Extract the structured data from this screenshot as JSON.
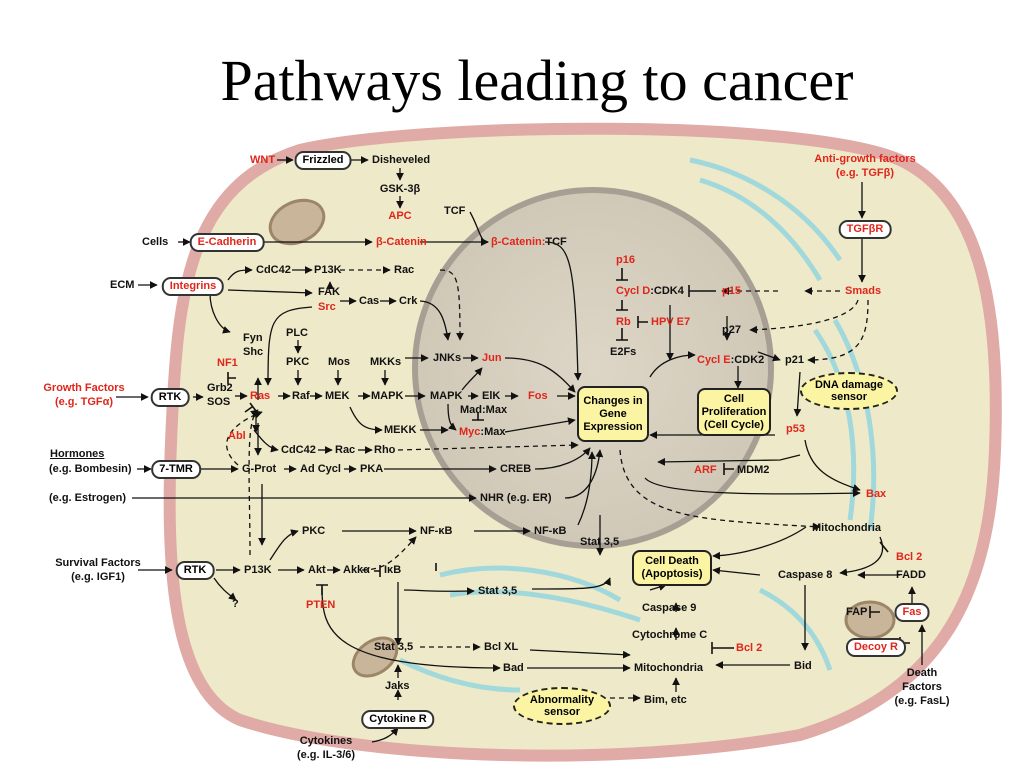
{
  "title": "Pathways leading to cancer",
  "colors": {
    "inhibitor_red": "#e0261b",
    "cell_border": "#e0aaa6",
    "cytoplasm": "#eee9c8",
    "nucleus": "#d8d1c1",
    "process_box": "#fbf5a3"
  },
  "top": {
    "wnt": "WNT",
    "frizzled": "Frizzled",
    "disheveled": "Disheveled",
    "gsk3b": "GSK-3β",
    "apc": "APC",
    "tcf": "TCF",
    "cells": "Cells",
    "ecadherin": "E-Cadherin",
    "bcatenin": "β-Catenin",
    "bcatenin_tcf_a": "β-Catenin:",
    "bcatenin_tcf_b": "TCF",
    "anti_growth": "Anti-growth factors",
    "anti_growth_eg": "(e.g. TGFβ)",
    "tgfbr": "TGFβR"
  },
  "left": {
    "ecm": "ECM",
    "integrins": "Integrins",
    "cdc42_top": "CdC42",
    "p13k_top": "P13K",
    "rac_top": "Rac",
    "fak": "FAK",
    "src": "Src",
    "cas": "Cas",
    "crk": "Crk",
    "fyn": "Fyn",
    "shc": "Shc",
    "nf1": "NF1",
    "plc": "PLC",
    "pkc_mid": "PKC",
    "mos": "Mos",
    "mkks": "MKKs",
    "jnks": "JNKs",
    "jun": "Jun",
    "growth": "Growth Factors",
    "growth_eg": "(e.g. TGFα)",
    "rtk1": "RTK",
    "grb2": "Grb2",
    "sos": "SOS",
    "ras": "Ras",
    "raf": "Raf",
    "mek": "MEK",
    "mapk1": "MAPK",
    "mapk2": "MAPK",
    "elk": "ElK",
    "fos": "Fos",
    "mad_max": "Mad:Max",
    "myc": "Myc",
    "myc_max": ":Max",
    "mekk": "MEKK",
    "abl": "Abl",
    "cdc42_low": "CdC42",
    "rac_low": "Rac",
    "rho": "Rho"
  },
  "right": {
    "p16": "p16",
    "cycld": "Cycl D",
    "cdk4": ":CDK4",
    "p15": "p15",
    "smads": "Smads",
    "rb": "Rb",
    "hpv": "HPV E7",
    "p27": "p27",
    "e2fs": "E2Fs",
    "cycle": "Cycl E",
    "cdk2": ":CDK2",
    "p21": "p21",
    "dna1": "DNA damage",
    "dna2": "sensor",
    "p53": "p53",
    "arf": "ARF",
    "mdm2": "MDM2",
    "bax": "Bax",
    "mito_r": "Mitochondria",
    "bcl2_r": "Bcl 2",
    "casp8": "Caspase 8",
    "fadd": "FADD",
    "fap": "FAP",
    "fas": "Fas",
    "decoy": "Decoy R",
    "bid": "Bid",
    "death1": "Death",
    "death2": "Factors",
    "death3": "(e.g. FasL)"
  },
  "center": {
    "changes": "Changes in Gene Expression",
    "prolif": "Cell Proliferation (Cell Cycle)",
    "celldeath": "Cell Death (Apoptosis)"
  },
  "bottom": {
    "hormones": "Hormones",
    "hormones_eg": "(e.g. Bombesin)",
    "tmr": "7-TMR",
    "gprot": "G-Prot",
    "adcycl": "Ad Cycl",
    "pka": "PKA",
    "creb": "CREB",
    "estrogen": "(e.g. Estrogen)",
    "nhr": "NHR (e.g. ER)",
    "pkc_low": "PKC",
    "nfkb1": "NF-κB",
    "nfkb2": "NF-κB",
    "survival": "Survival Factors",
    "survival_eg": "(e.g. IGF1)",
    "rtk2": "RTK",
    "p13k_low": "P13K",
    "akt": "Akt",
    "akka": "Akkα",
    "ikb": "IκB",
    "q": "?",
    "pten": "PTEN",
    "stat1": "Stat 3,5",
    "stat2": "Stat 3,5",
    "stat3": "Stat 3,5",
    "bclxl": "Bcl XL",
    "bad": "Bad",
    "casp9": "Caspase 9",
    "cytc": "Cytochrome C",
    "bcl2_b": "Bcl 2",
    "mito_b": "Mitochondria",
    "jaks": "Jaks",
    "cytokine_r": "Cytokine R",
    "abn1": "Abnormality",
    "abn2": "sensor",
    "bim": "Bim, etc",
    "cytokines": "Cytokines",
    "cytokines_eg": "(e.g. IL-3/6)"
  }
}
